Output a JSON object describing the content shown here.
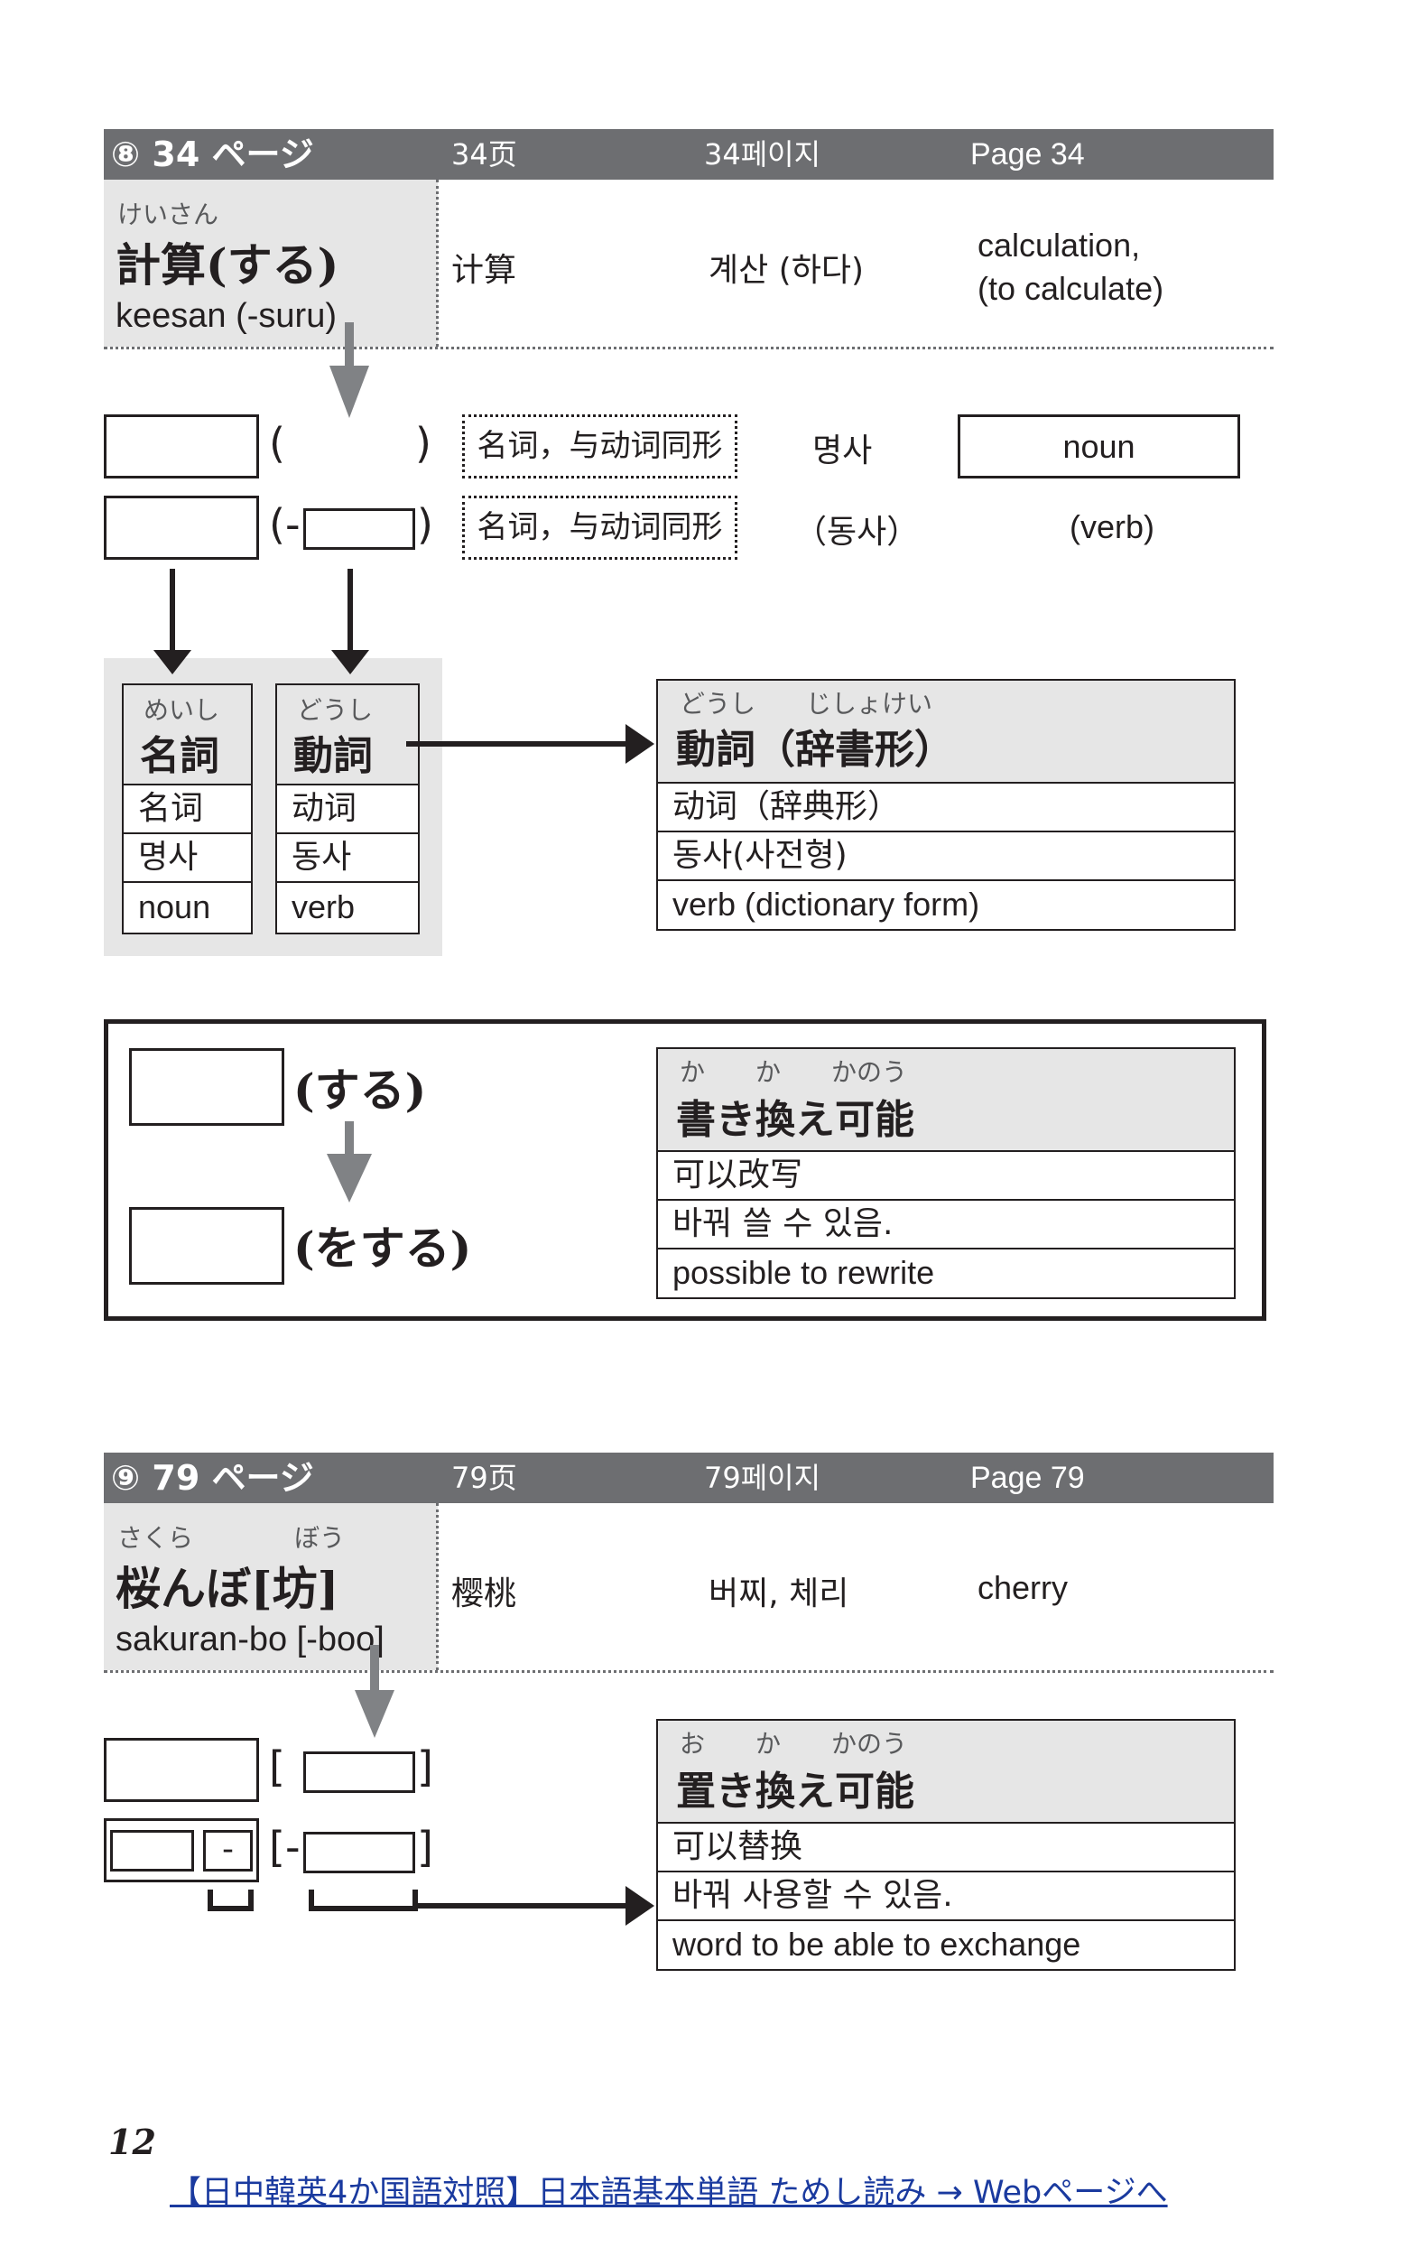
{
  "section8": {
    "header": {
      "num": "⑧",
      "title": "34 ページ",
      "zh": "34页",
      "ko": "34페이지",
      "en": "Page 34"
    },
    "word": {
      "ruby": "けいさん",
      "kanji": "計算(する)",
      "romaji": "keesan (-suru)",
      "zh": "计算",
      "ko": "계산 (하다)",
      "en_line1": "calculation,",
      "en_line2": "(to calculate)"
    },
    "row1": {
      "paren_open": "(",
      "paren_close": ")",
      "zh": "名词，与动词同形",
      "ko": "명사",
      "en": "noun"
    },
    "row2": {
      "paren_open": "(-",
      "paren_close": ")",
      "zh": "名词，与动词同形",
      "ko": "（동사）",
      "en": "(verb)"
    },
    "pos_table": {
      "noun": {
        "ruby": "めいし",
        "title": "名詞",
        "zh": "名词",
        "ko": "명사",
        "en": "noun"
      },
      "verb": {
        "ruby": "どうし",
        "title": "動詞",
        "zh": "动词",
        "ko": "동사",
        "en": "verb"
      }
    },
    "dict_form": {
      "ruby": "どうし　　じしょけい",
      "title": "動詞（辞書形）",
      "zh": "动词（辞典形）",
      "ko": "동사(사전형)",
      "en": "verb (dictionary form)"
    },
    "rewrite": {
      "suru": "(する)",
      "wo_suru": "(をする)",
      "ruby": "か　　か　　かのう",
      "title": "書き換え可能",
      "zh": "可以改写",
      "ko": "바꿔 쓸 수 있음.",
      "en": "possible to rewrite"
    }
  },
  "section9": {
    "header": {
      "num": "⑨",
      "title": "79 ページ",
      "zh": "79页",
      "ko": "79페이지",
      "en": "Page 79"
    },
    "word": {
      "ruby": "さくら　　　　ぼう",
      "kanji": "桜んぼ[坊]",
      "romaji": "sakuran-bo [-boo]",
      "zh": "樱桃",
      "ko": "버찌, 체리",
      "en": "cherry"
    },
    "row1": {
      "open": "[",
      "close": "]"
    },
    "row2": {
      "dash": "-",
      "open": "[-",
      "close": "]"
    },
    "replace": {
      "ruby": "お　　か　　かのう",
      "title": "置き換え可能",
      "zh": "可以替换",
      "ko": "바꿔 사용할 수 있음.",
      "en": "word to be able to exchange"
    }
  },
  "footer": {
    "page_number": "12",
    "link_text": "【日中韓英4か国語対照】日本語基本単語 ためし読み → Webページへ"
  }
}
